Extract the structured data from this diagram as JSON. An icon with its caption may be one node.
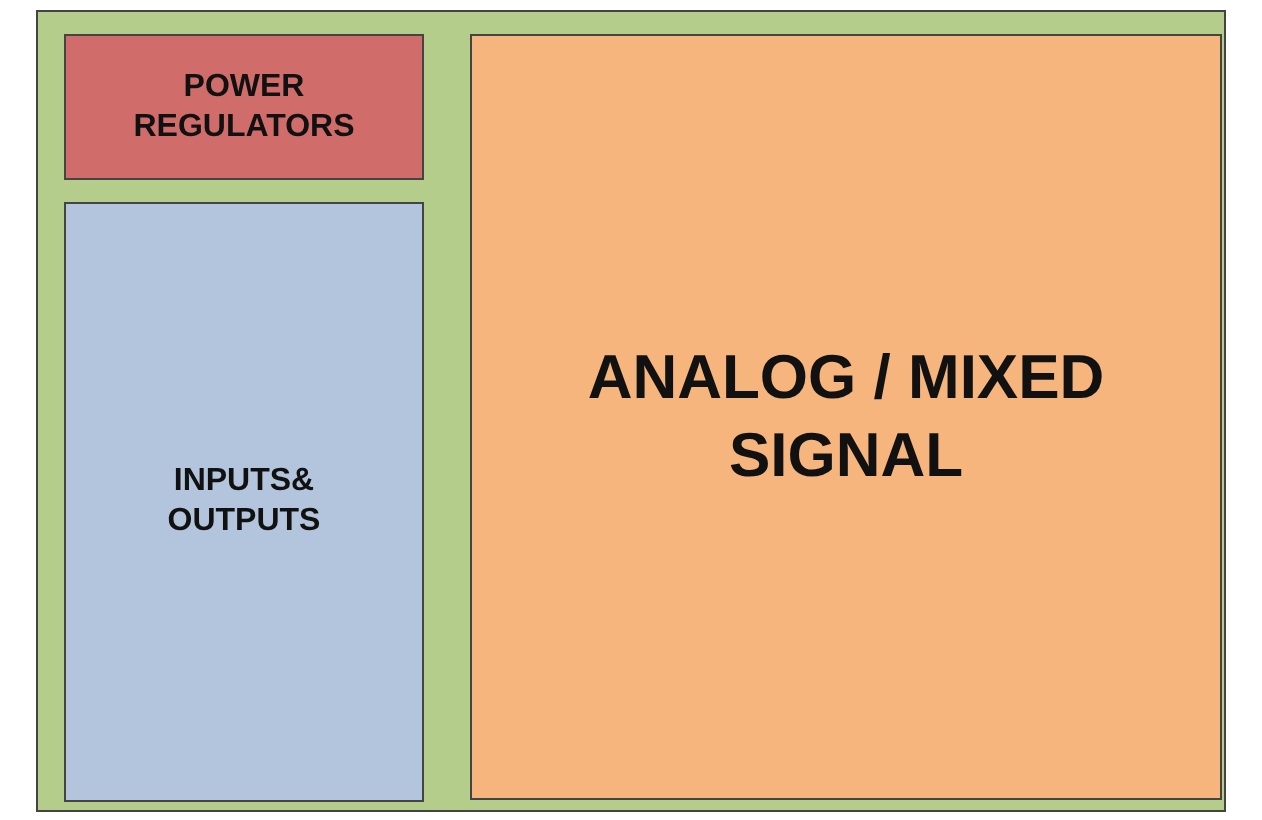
{
  "diagram": {
    "nodes": [
      {
        "text": [],
        "shape": "box"
      },
      {
        "text": [
          "POWER REGULATORS"
        ],
        "in": 0
      },
      {
        "text": [
          "INPUTS& OUTPUTS"
        ],
        "in": 0
      },
      {
        "text": [
          "ANALOG / MIXED SIGNAL"
        ],
        "in": 0
      }
    ]
  }
}
